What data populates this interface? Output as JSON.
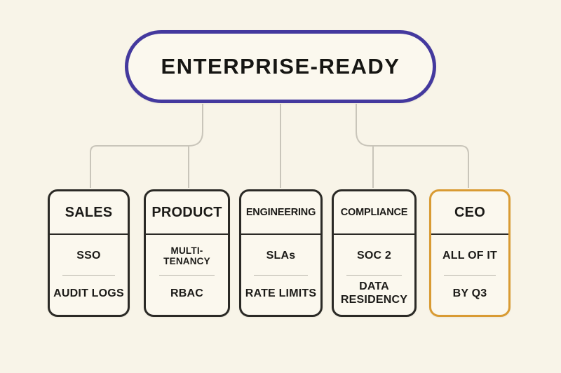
{
  "diagram": {
    "title": "ENTERPRISE-READY",
    "columns": [
      {
        "header": "SALES",
        "accent": "dark",
        "items": [
          "SSO",
          "AUDIT LOGS"
        ]
      },
      {
        "header": "PRODUCT",
        "accent": "dark",
        "items": [
          "MULTI-TENANCY",
          "RBAC"
        ]
      },
      {
        "header": "ENGINEERING",
        "accent": "dark",
        "items": [
          "SLAs",
          "RATE LIMITS"
        ]
      },
      {
        "header": "COMPLIANCE",
        "accent": "dark",
        "items": [
          "SOC 2",
          "DATA RESIDENCY"
        ]
      },
      {
        "header": "CEO",
        "accent": "amber",
        "items": [
          "ALL OF IT",
          "BY Q3"
        ]
      }
    ]
  },
  "colors": {
    "background": "#f8f4e8",
    "card_fill": "#fbf8ee",
    "title_border": "#44399e",
    "card_border": "#2b2a26",
    "ceo_border": "#d99b33",
    "connector": "#c9c5ba",
    "text": "#1c1b18",
    "divider_light": "#b7b4aa"
  }
}
